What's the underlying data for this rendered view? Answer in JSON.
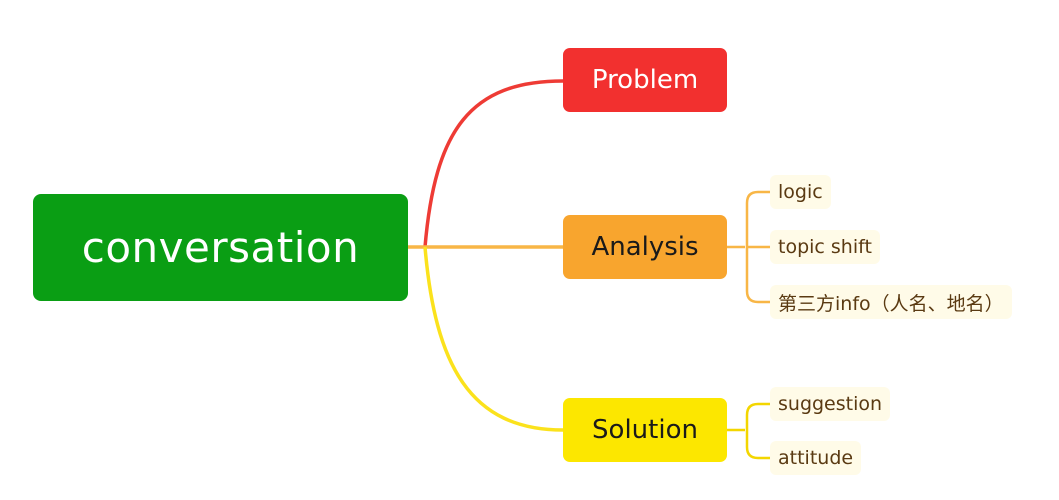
{
  "colors": {
    "root_bg": "#0a9e14",
    "root_text": "#ffffff",
    "problem": "#f2302f",
    "analysis": "#f8a52e",
    "solution": "#fce700",
    "leaf_bg": "#fffbe8",
    "leaf_text": "#5a3a12",
    "dark_text": "#1a1a1a"
  },
  "root": {
    "label": "conversation"
  },
  "branches": {
    "problem": {
      "label": "Problem"
    },
    "analysis": {
      "label": "Analysis",
      "leaves": [
        "logic",
        "topic shift",
        "第三方info（人名、地名）"
      ]
    },
    "solution": {
      "label": "Solution",
      "leaves": [
        "suggestion",
        "attitude"
      ]
    }
  }
}
